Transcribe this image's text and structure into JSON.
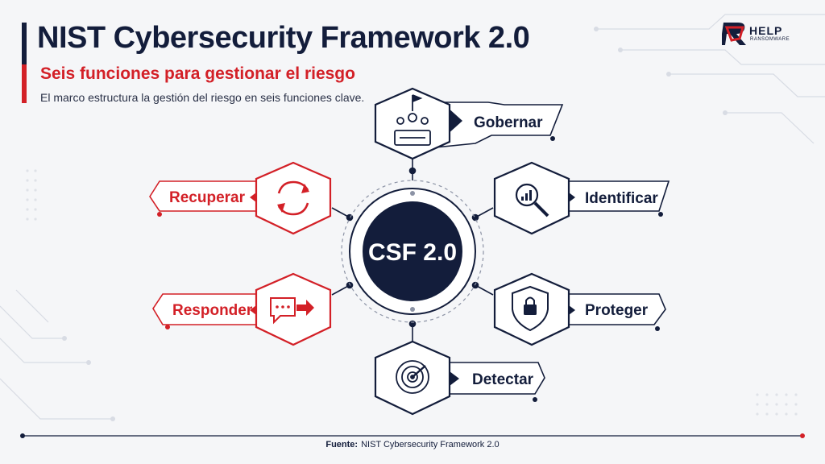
{
  "header": {
    "title": "NIST Cybersecurity Framework 2.0",
    "subtitle": "Seis funciones para gestionar el riesgo",
    "description": "El marco estructura la gestión del riesgo en seis funciones clave."
  },
  "logo": {
    "text": "HELP",
    "subtext": "RANSOMWARE"
  },
  "center": {
    "label": "CSF 2.0"
  },
  "functions": [
    {
      "label": "Gobernar",
      "icon": "governance-icon"
    },
    {
      "label": "Identificar",
      "icon": "magnifier-chart-icon"
    },
    {
      "label": "Proteger",
      "icon": "shield-lock-icon"
    },
    {
      "label": "Detectar",
      "icon": "radar-icon"
    },
    {
      "label": "Responder",
      "icon": "chat-arrow-icon"
    },
    {
      "label": "Recuperar",
      "icon": "refresh-arrows-icon"
    }
  ],
  "footer": {
    "label": "Fuente:",
    "text": "NIST Cybersecurity Framework 2.0"
  },
  "colors": {
    "navy": "#131d3b",
    "red": "#d32027",
    "background": "#f5f6f8"
  }
}
